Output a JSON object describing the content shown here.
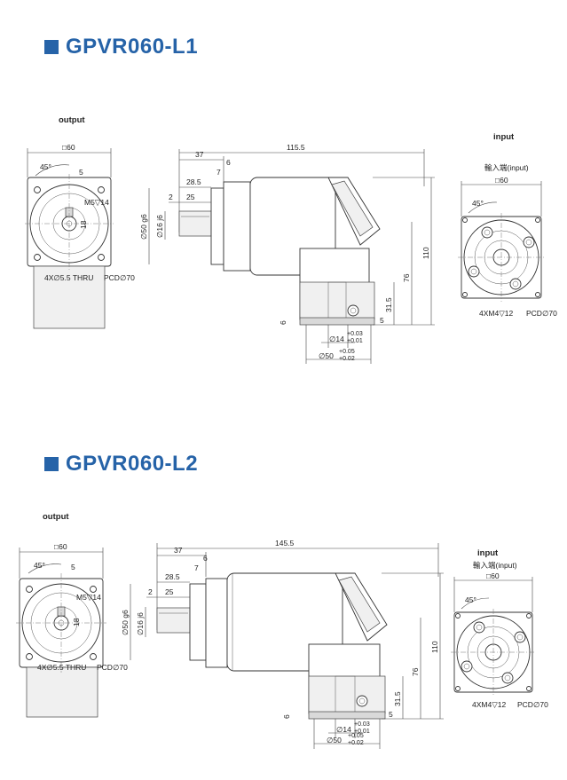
{
  "sections": [
    {
      "title": "GPVR060-L1",
      "output_label": "output",
      "input_label": "input",
      "input_sub_label": "輸入端(input)",
      "dims": {
        "out_square": "□60",
        "out_angle": "45°",
        "out_5": "5",
        "out_m5": "M5▽14",
        "out_18": "18",
        "out_holes": "4X∅5.5 THRU",
        "out_pcd": "PCD∅70",
        "len_total": "115.5",
        "len_37": "37",
        "len_6": "6",
        "len_7": "7",
        "len_28_5": "28.5",
        "len_2": "2",
        "len_25": "25",
        "dia_50": "∅50 g6",
        "dia_16": "∅16 j6",
        "h_110": "110",
        "h_76": "76",
        "h_31_5": "31.5",
        "b_6": "6",
        "b_5": "5",
        "b_14": "∅14",
        "b_14_tol_up": "+0.03",
        "b_14_tol_dn": "+0.01",
        "b_50": "∅50",
        "b_50_tol_up": "+0.05",
        "b_50_tol_dn": "+0.02",
        "in_square": "□60",
        "in_angle": "45°",
        "in_holes": "4XM4▽12",
        "in_pcd": "PCD∅70"
      }
    },
    {
      "title": "GPVR060-L2",
      "output_label": "output",
      "input_label": "input",
      "input_sub_label": "輸入端(input)",
      "dims": {
        "out_square": "□60",
        "out_angle": "45°",
        "out_5": "5",
        "out_m5": "M5▽14",
        "out_18": "18",
        "out_holes": "4X∅5.5 THRU",
        "out_pcd": "PCD∅70",
        "len_total": "145.5",
        "len_37": "37",
        "len_6": "6",
        "len_7": "7",
        "len_28_5": "28.5",
        "len_2": "2",
        "len_25": "25",
        "dia_50": "∅50 g6",
        "dia_16": "∅16 j6",
        "h_110": "110",
        "h_76": "76",
        "h_31_5": "31.5",
        "b_6": "6",
        "b_5": "5",
        "b_14": "∅14",
        "b_14_tol_up": "+0.03",
        "b_14_tol_dn": "+0.01",
        "b_50": "∅50",
        "b_50_tol_up": "+0.05",
        "b_50_tol_dn": "+0.02",
        "in_square": "□60",
        "in_angle": "45°",
        "in_holes": "4XM4▽12",
        "in_pcd": "PCD∅70"
      }
    }
  ]
}
